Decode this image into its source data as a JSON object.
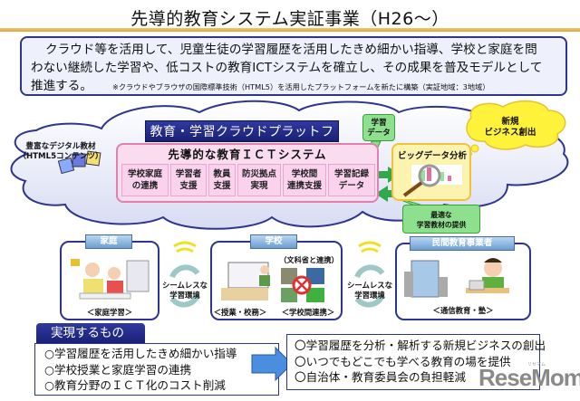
{
  "title": "先導的教育システム実証事業（H26～）",
  "intro": {
    "line1": "クラウド等を活用して、児童生徒の学習履歴を活用したきめ細かい指導、学校と家庭を問",
    "line2": "わない継続した学習や、低コストの教育ICTシステムを確立し、その成果を普及モデルとして",
    "line3": "推進する。",
    "note": "※クラウドやブラウザの国際標準技術（HTML5）を活用したプラットフォームを新たに構築（実証地域：3地域）"
  },
  "cloud": {
    "platform_title": "教育・学習クラウドプラットフォーム",
    "digital_materials": {
      "line1": "豊富なデジタル教材",
      "line2": "（HTML5コンテンツ）"
    },
    "ict_system": {
      "title": "先導的な教育ＩＣＴシステム",
      "cells": [
        {
          "line1": "学校家庭",
          "line2": "の連携"
        },
        {
          "line1": "学習者",
          "line2": "支援"
        },
        {
          "line1": "教員",
          "line2": "支援"
        },
        {
          "line1": "防災拠点",
          "line2": "実現"
        },
        {
          "line1": "学校間",
          "line2": "連携支援"
        },
        {
          "line1": "学習記録",
          "line2": "データ"
        }
      ]
    },
    "learning_data_callout": {
      "line1": "学習",
      "line2": "データ"
    },
    "big_data": "ビッグデータ分析",
    "new_business": {
      "line1": "新規",
      "line2": "ビジネス創出"
    },
    "optimal_materials": {
      "line1": "最適な",
      "line2": "学習教材の提供"
    }
  },
  "panels": {
    "home": {
      "tab": "家庭",
      "caption": "＜家庭学習＞"
    },
    "school": {
      "tab": "学校",
      "mext": "（文科省と連携）",
      "caption_left": "＜授業・校務＞",
      "caption_right": "＜学校間連携＞"
    },
    "private": {
      "tab": "民間教育事業者",
      "caption": "＜通信教育・塾＞"
    },
    "seamless": {
      "line1": "シームレスな",
      "line2": "学習環境"
    }
  },
  "realize": {
    "tab": "実現するもの",
    "left": [
      "○学習履歴を活用したきめ細かい指導",
      "○学校授業と家庭学習の連携",
      "○教育分野のＩＣＴ化のコスト削減"
    ],
    "right": [
      "〇学習履歴を分析・解析する新規ビジネスの創出",
      "〇いつでもどこでも学べる教育の場を提供",
      "〇自治体・教育委員会の負担軽減"
    ]
  },
  "watermark": {
    "brand": "ReseMom",
    "sub": "リセマム"
  },
  "colors": {
    "navy": "#1a2075",
    "title_bar": "#e3a33a",
    "pink_box": "#f9ddef",
    "green_callout": "#8ee08e",
    "yellow_box": "#fcf3b0",
    "arrow_blue": "#4a8ee0"
  }
}
